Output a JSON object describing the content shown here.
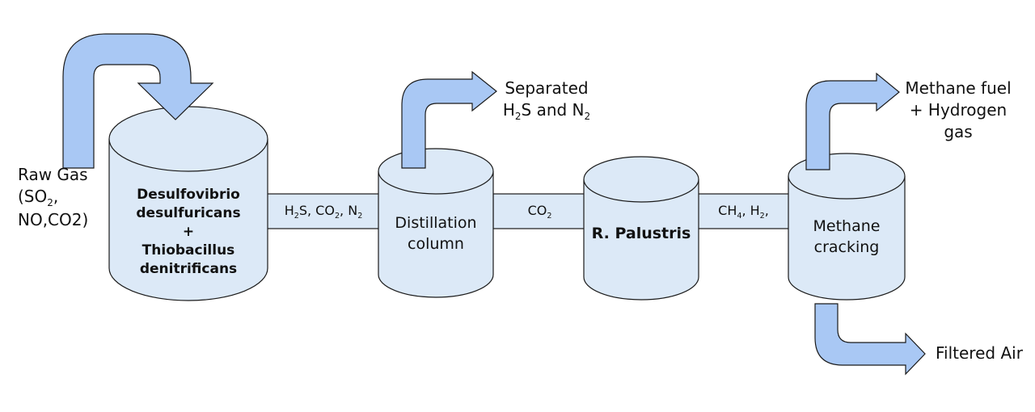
{
  "raw_gas": {
    "line1": "Raw Gas",
    "line2a": "(SO",
    "sub": "2",
    "line2b": ",",
    "line3": "NO,CO2)"
  },
  "tank1": {
    "line1": "Desulfovibrio",
    "line2": "desulfuricans",
    "plus": "+",
    "line3": "Thiobacillus",
    "line4": "denitrificans"
  },
  "pipe1": {
    "a": "H",
    "a_sub": "2",
    "b": "S, CO",
    "b_sub": "2",
    "c": ", N",
    "c_sub": "2"
  },
  "tank2": {
    "line1": "Distillation",
    "line2": "column"
  },
  "separated": {
    "line1": "Separated",
    "a": "H",
    "a_sub": "2",
    "b": "S and N",
    "b_sub": "2"
  },
  "pipe2": {
    "a": "CO",
    "a_sub": "2"
  },
  "tank3": {
    "label": "R. Palustris"
  },
  "pipe3": {
    "a": "CH",
    "a_sub": "4",
    "b": ", H",
    "b_sub": "2",
    "c": ","
  },
  "tank4": {
    "line1": "Methane",
    "line2": "cracking"
  },
  "output_top": {
    "line1": "Methane fuel",
    "line2": "+ Hydrogen",
    "line3": "gas"
  },
  "output_bottom": {
    "label": "Filtered Air"
  },
  "colors": {
    "fill": "#dce9f7",
    "arrow": "#a9c8f4",
    "stroke": "#1a1a1a"
  }
}
